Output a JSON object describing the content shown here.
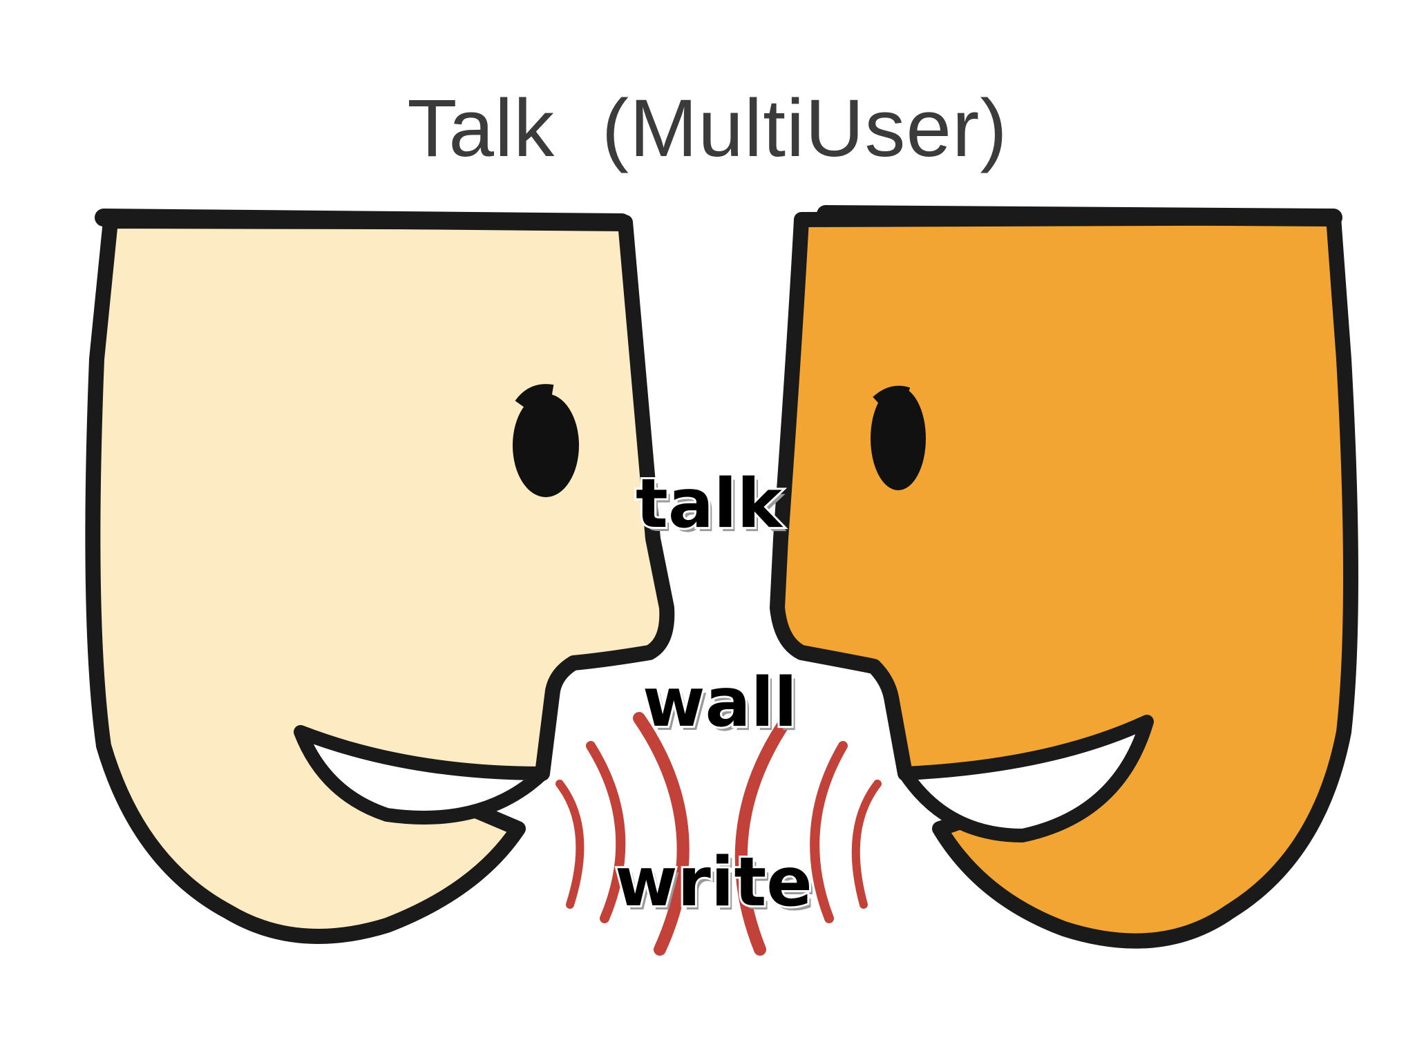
{
  "title": "Talk  (MultiUser)",
  "words": {
    "talk": "talk",
    "wall": "wall",
    "write": "write"
  },
  "colors": {
    "left_face": "#fcebc3",
    "right_face": "#f2a533",
    "outline": "#1a1a1a",
    "sound_waves": "#c2423a",
    "title_text": "#3b3b3b"
  }
}
